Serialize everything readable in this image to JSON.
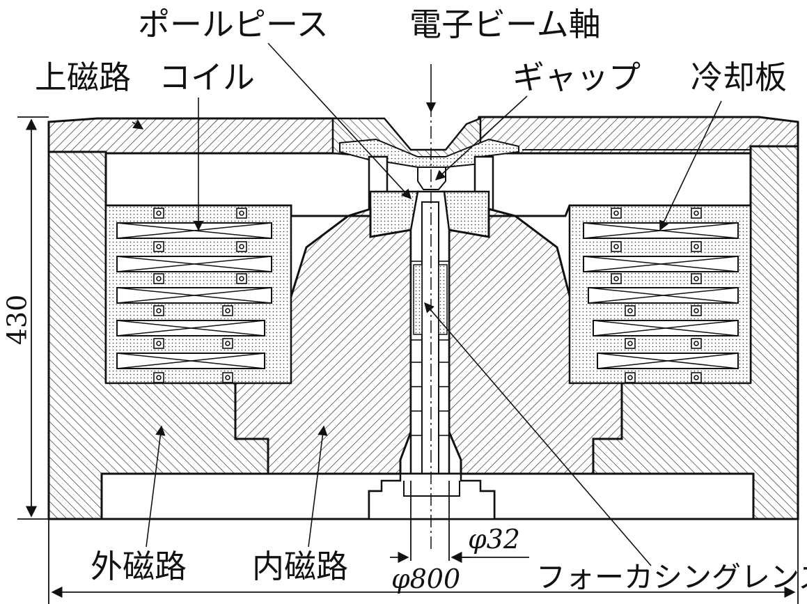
{
  "labels": {
    "pole_piece": "ポールピース",
    "beam_axis": "電子ビーム軸",
    "upper_path": "上磁路",
    "coil": "コイル",
    "gap": "ギャップ",
    "cooling_plate": "冷却板",
    "outer_path": "外磁路",
    "inner_path": "内磁路",
    "focusing_lens": "フォーカシングレンズ"
  },
  "dimensions": {
    "height": "430",
    "bore": "φ32",
    "diameter": "φ800"
  },
  "colors": {
    "stroke": "#111111",
    "fill": "#ffffff"
  }
}
